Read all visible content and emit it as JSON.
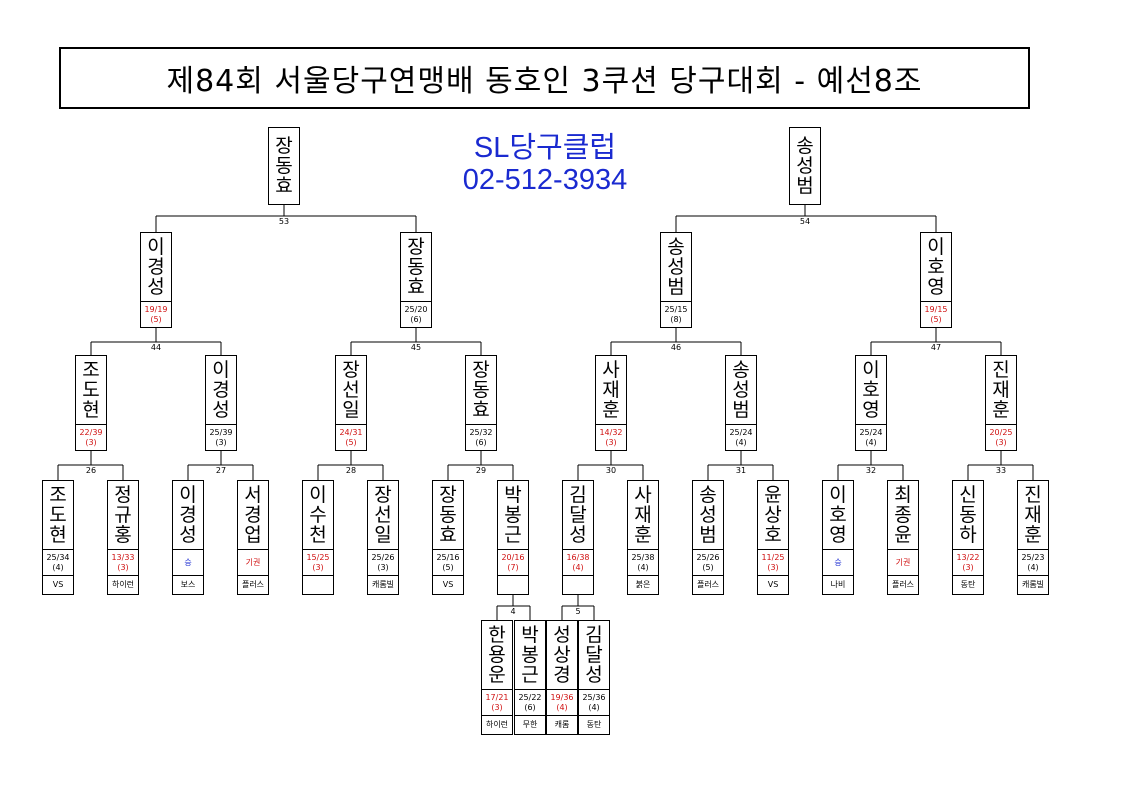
{
  "title": "제84회 서울당구연맹배 동호인 3쿠션 당구대회 - 예선8조",
  "club": {
    "name": "SL당구클럽",
    "phone": "02-512-3934"
  },
  "colors": {
    "red": "#d01010",
    "blue": "#1a2ad0",
    "black": "#000000"
  },
  "players": [
    {
      "id": "r3a",
      "name": "장동효",
      "score": "",
      "sub": ""
    },
    {
      "id": "r3b",
      "name": "송성범",
      "score": "",
      "sub": ""
    },
    {
      "id": "r2a",
      "name": "이경성",
      "score": "19/19",
      "sub": "(5)",
      "color": "red"
    },
    {
      "id": "r2b",
      "name": "장동효",
      "score": "25/20",
      "sub": "(6)",
      "color": "black"
    },
    {
      "id": "r2c",
      "name": "송성범",
      "score": "25/15",
      "sub": "(8)",
      "color": "black"
    },
    {
      "id": "r2d",
      "name": "이호영",
      "score": "19/15",
      "sub": "(5)",
      "color": "red"
    },
    {
      "id": "r1a",
      "name": "조도현",
      "score": "22/39",
      "sub": "(3)",
      "color": "red"
    },
    {
      "id": "r1b",
      "name": "이경성",
      "score": "25/39",
      "sub": "(3)",
      "color": "black"
    },
    {
      "id": "r1c",
      "name": "장선일",
      "score": "24/31",
      "sub": "(5)",
      "color": "red"
    },
    {
      "id": "r1d",
      "name": "장동효",
      "score": "25/32",
      "sub": "(6)",
      "color": "black"
    },
    {
      "id": "r1e",
      "name": "사재훈",
      "score": "14/32",
      "sub": "(3)",
      "color": "red"
    },
    {
      "id": "r1f",
      "name": "송성범",
      "score": "25/24",
      "sub": "(4)",
      "color": "black"
    },
    {
      "id": "r1g",
      "name": "이호영",
      "score": "25/24",
      "sub": "(4)",
      "color": "black"
    },
    {
      "id": "r1h",
      "name": "진재훈",
      "score": "20/25",
      "sub": "(3)",
      "color": "red"
    },
    {
      "id": "e1",
      "name": "조도현",
      "score": "25/34",
      "sub": "(4)",
      "color": "black",
      "note": "VS"
    },
    {
      "id": "e2",
      "name": "정규홍",
      "score": "13/33",
      "sub": "(3)",
      "color": "red",
      "note": "하이런"
    },
    {
      "id": "e3",
      "name": "이경성",
      "score": "승",
      "sub": "",
      "color": "blue",
      "note": "보스"
    },
    {
      "id": "e4",
      "name": "서경업",
      "score": "기권",
      "sub": "",
      "color": "red",
      "note": "플러스"
    },
    {
      "id": "e5",
      "name": "이수천",
      "score": "15/25",
      "sub": "(3)",
      "color": "red",
      "note": ""
    },
    {
      "id": "e6",
      "name": "장선일",
      "score": "25/26",
      "sub": "(3)",
      "color": "black",
      "note": "캐롬빌"
    },
    {
      "id": "e7",
      "name": "장동효",
      "score": "25/16",
      "sub": "(5)",
      "color": "black",
      "note": "VS"
    },
    {
      "id": "e8",
      "name": "박봉근",
      "score": "20/16",
      "sub": "(7)",
      "color": "red",
      "note": ""
    },
    {
      "id": "e9",
      "name": "김달성",
      "score": "16/38",
      "sub": "(4)",
      "color": "red",
      "note": ""
    },
    {
      "id": "e10",
      "name": "사재훈",
      "score": "25/38",
      "sub": "(4)",
      "color": "black",
      "note": "붉은"
    },
    {
      "id": "e11",
      "name": "송성범",
      "score": "25/26",
      "sub": "(5)",
      "color": "black",
      "note": "플러스"
    },
    {
      "id": "e12",
      "name": "윤상호",
      "score": "11/25",
      "sub": "(3)",
      "color": "red",
      "note": "VS"
    },
    {
      "id": "e13",
      "name": "이호영",
      "score": "승",
      "sub": "",
      "color": "blue",
      "note": "나비"
    },
    {
      "id": "e14",
      "name": "최종윤",
      "score": "기권",
      "sub": "",
      "color": "red",
      "note": "플러스"
    },
    {
      "id": "e15",
      "name": "신동하",
      "score": "13/22",
      "sub": "(3)",
      "color": "red",
      "note": "동탄"
    },
    {
      "id": "e16",
      "name": "진재훈",
      "score": "25/23",
      "sub": "(4)",
      "color": "black",
      "note": "캐롬빌"
    },
    {
      "id": "p1",
      "name": "한용운",
      "score": "17/21",
      "sub": "(3)",
      "color": "red",
      "note": "하이런"
    },
    {
      "id": "p2",
      "name": "박봉근",
      "score": "25/22",
      "sub": "(6)",
      "color": "black",
      "note": "무한"
    },
    {
      "id": "p3",
      "name": "성상경",
      "score": "19/36",
      "sub": "(4)",
      "color": "red",
      "note": "캐롬"
    },
    {
      "id": "p4",
      "name": "김달성",
      "score": "25/36",
      "sub": "(4)",
      "color": "black",
      "note": "동탄"
    }
  ],
  "match_numbers": [
    "53",
    "54",
    "44",
    "45",
    "46",
    "47",
    "26",
    "27",
    "28",
    "29",
    "30",
    "31",
    "32",
    "33",
    "4",
    "5"
  ]
}
